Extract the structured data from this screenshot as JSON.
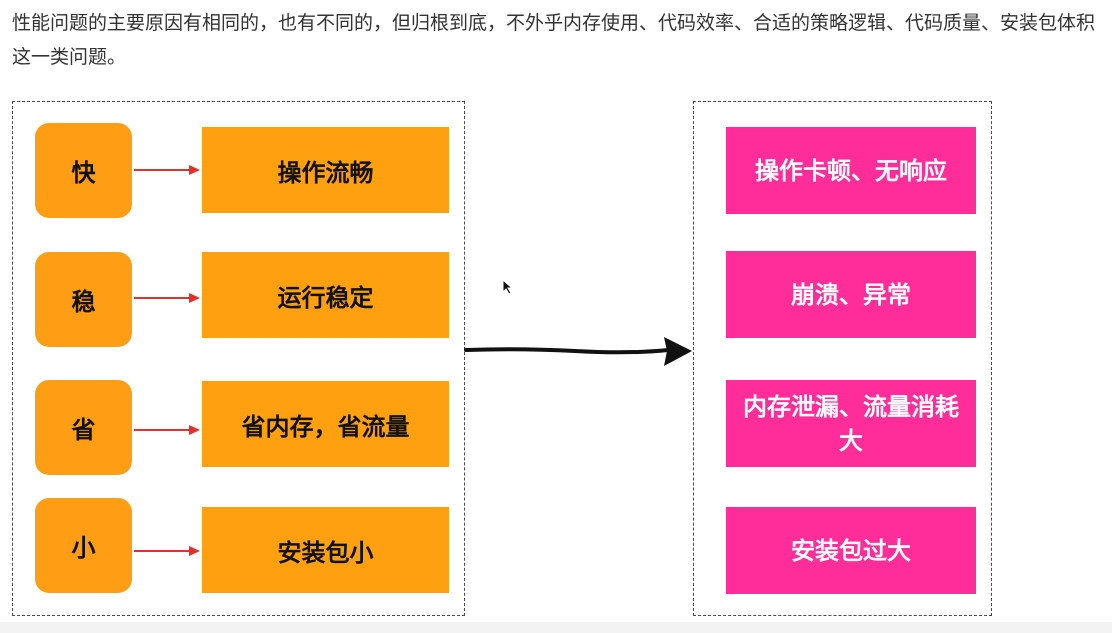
{
  "intro_text": "性能问题的主要原因有相同的，也有不同的，但归根到底，不外乎内存使用、代码效率、合适的策略逻辑、代码质量、安装包体积这一类问题。",
  "goals": [
    {
      "key": "快",
      "desc": "操作流畅"
    },
    {
      "key": "稳",
      "desc": "运行稳定"
    },
    {
      "key": "省",
      "desc": "省内存，省流量"
    },
    {
      "key": "小",
      "desc": "安装包小"
    }
  ],
  "problems": [
    {
      "label": "操作卡顿、无响应"
    },
    {
      "label": "崩溃、异常"
    },
    {
      "label": "内存泄漏、流量消耗大"
    },
    {
      "label": "安装包过大"
    }
  ],
  "colors": {
    "goal_fill": "#ffa010",
    "problem_fill": "#ff2d9a",
    "connector": "#e0322b",
    "main_arrow": "#111111"
  },
  "icons": {
    "connector": "red-arrow-icon",
    "main_arrow": "black-arrow-icon",
    "cursor": "mouse-pointer-icon"
  }
}
